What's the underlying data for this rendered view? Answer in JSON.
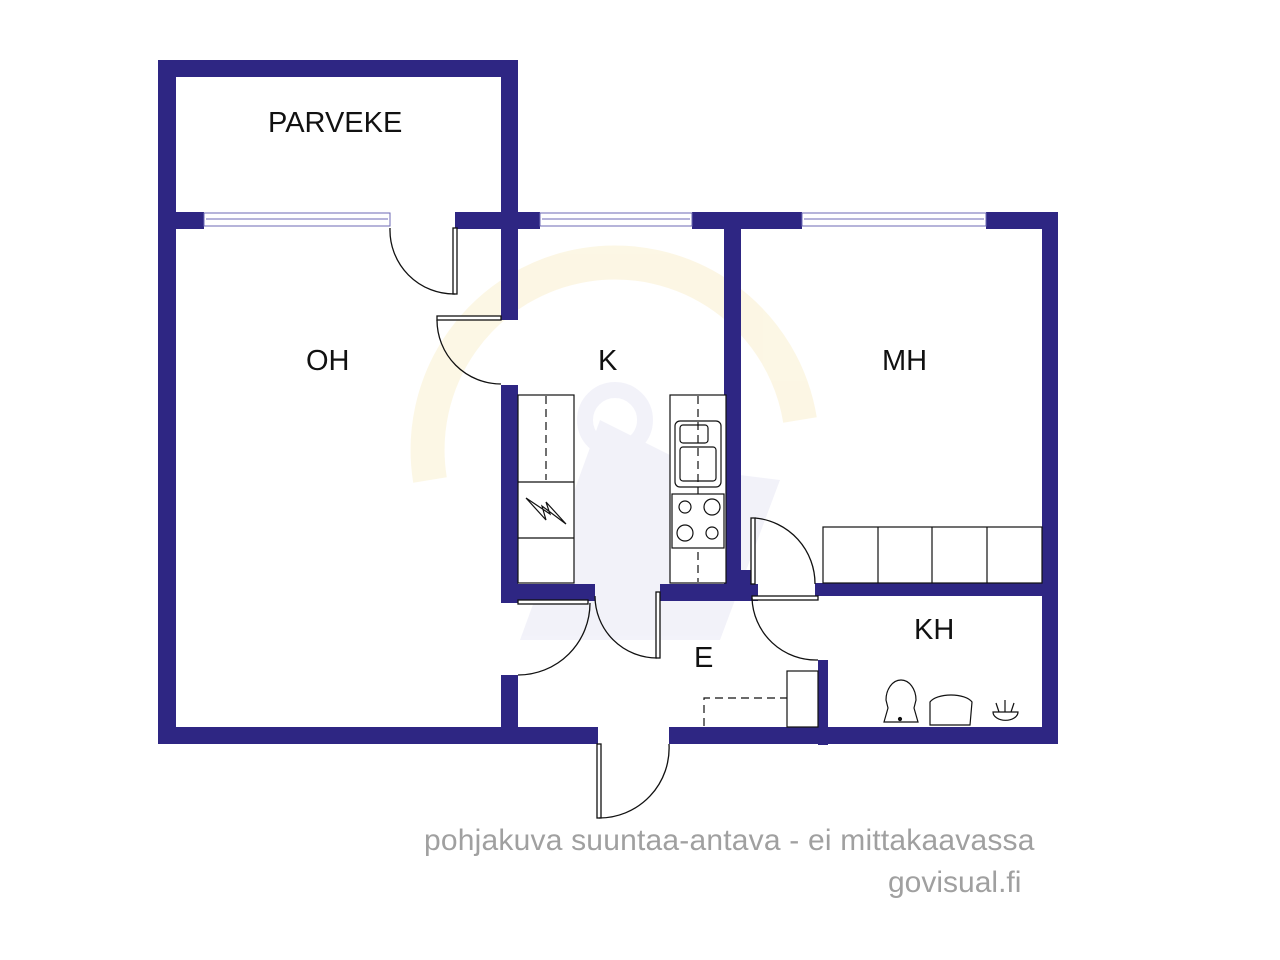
{
  "floorplan": {
    "wall_color": "#2e2683",
    "rooms": [
      {
        "id": "parveke",
        "label": "PARVEKE"
      },
      {
        "id": "oh",
        "label": "OH"
      },
      {
        "id": "k",
        "label": "K"
      },
      {
        "id": "mh",
        "label": "MH"
      },
      {
        "id": "kh",
        "label": "KH"
      },
      {
        "id": "e",
        "label": "E"
      }
    ],
    "fixtures": [
      "fridge-cabinet",
      "electric-outlet-symbol",
      "sink",
      "stove",
      "wardrobe",
      "toilet",
      "washbasin",
      "shower",
      "coat-rack"
    ]
  },
  "footer": {
    "disclaimer": "pohjakuva suuntaa-antava - ei mittakaavassa",
    "brand": "govisual.fi"
  }
}
